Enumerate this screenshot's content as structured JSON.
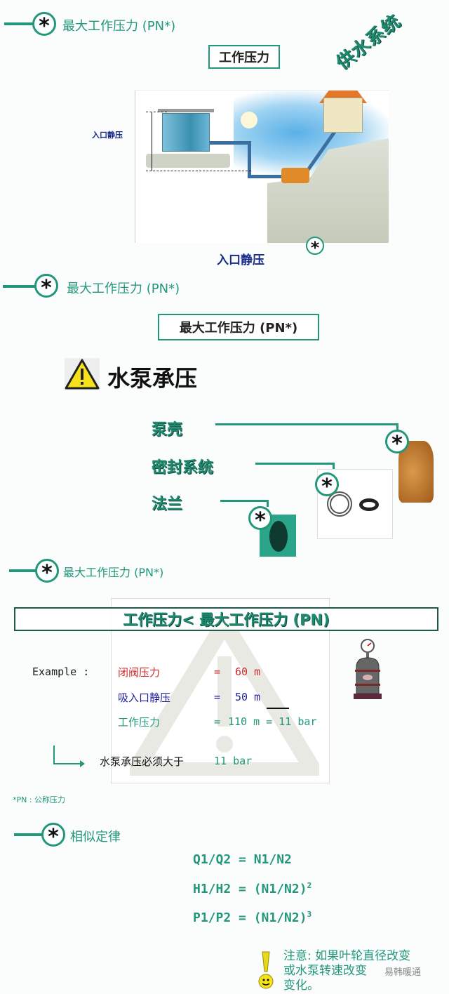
{
  "section1": {
    "heading": "最大工作压力 (PN*)",
    "box_label": "工作压力",
    "diagonal_title": "供水系统",
    "illustration": {
      "side_label": "入口静压",
      "caption": "入口静压"
    }
  },
  "section2": {
    "heading": "最大工作压力 (PN*)",
    "box_label": "最大工作压力 (PN*)",
    "warning_title": "水泵承压",
    "parts": [
      {
        "label": "泵壳",
        "icon": "pump-casing"
      },
      {
        "label": "密封系统",
        "icon": "mechanical-seal"
      },
      {
        "label": "法兰",
        "icon": "flange"
      }
    ]
  },
  "section3": {
    "heading": "最大工作压力 (PN*)",
    "comparison": "工作压力< 最大工作压力 (PN)",
    "example_label": "Example :",
    "rows": [
      {
        "name": "闭阀压力",
        "eq": "=",
        "value": "60 m",
        "color": "#d02a2a"
      },
      {
        "name": "吸入口静压",
        "eq": "=",
        "value": "50 m",
        "color": "#1f1f9a"
      },
      {
        "name": "工作压力",
        "eq": "=",
        "value": "110 m = 11 bar",
        "color": "#23977a"
      }
    ],
    "conclusion_text": "水泵承压必须大于",
    "conclusion_value": "11 bar",
    "footnote": "*PN : 公称压力"
  },
  "section4": {
    "heading": "相似定律",
    "formulas": [
      {
        "lhs": "Q1/Q2 = N1/N2",
        "exp": ""
      },
      {
        "lhs": "H1/H2 = (N1/N2)",
        "exp": "2"
      },
      {
        "lhs": "P1/P2 = (N1/N2)",
        "exp": "3"
      }
    ],
    "note_lines": [
      "注意: 如果叶轮直径改变",
      "或水泵转速改变",
      "变化。"
    ],
    "watermark": "易韩暖通"
  },
  "colors": {
    "accent": "#23977a",
    "red": "#d02a2a",
    "navy": "#1f1f9a",
    "inlet_label": "#1a2a8a"
  }
}
